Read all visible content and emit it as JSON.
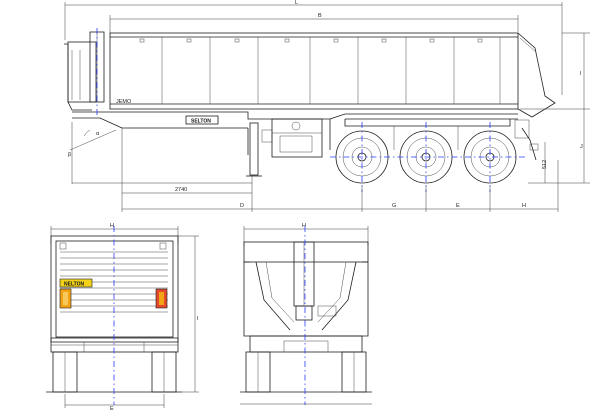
{
  "colors": {
    "line": "#1e1e1e",
    "centerline": "#2a3cff",
    "plate": "#f4d21c",
    "lamp_amber": "#f2a316",
    "lamp_red": "#e34a2c"
  },
  "side_view": {
    "dims": {
      "overall_length": "L",
      "body_length": "B",
      "body_height": "I",
      "lower_height": "J",
      "kingpin_to_axle": "D",
      "axle_g": "G",
      "axle_e": "E",
      "rear_h": "H",
      "dist_2740": "2740",
      "height_512": "512"
    },
    "brand_plate": "SELTON",
    "small_tag": "JEMO"
  },
  "rear_view": {
    "plate_text": "NELTON",
    "dims": {
      "top": "H",
      "bottom": "E",
      "height": "I"
    }
  },
  "front_view": {
    "dims": {
      "top": "H"
    }
  }
}
